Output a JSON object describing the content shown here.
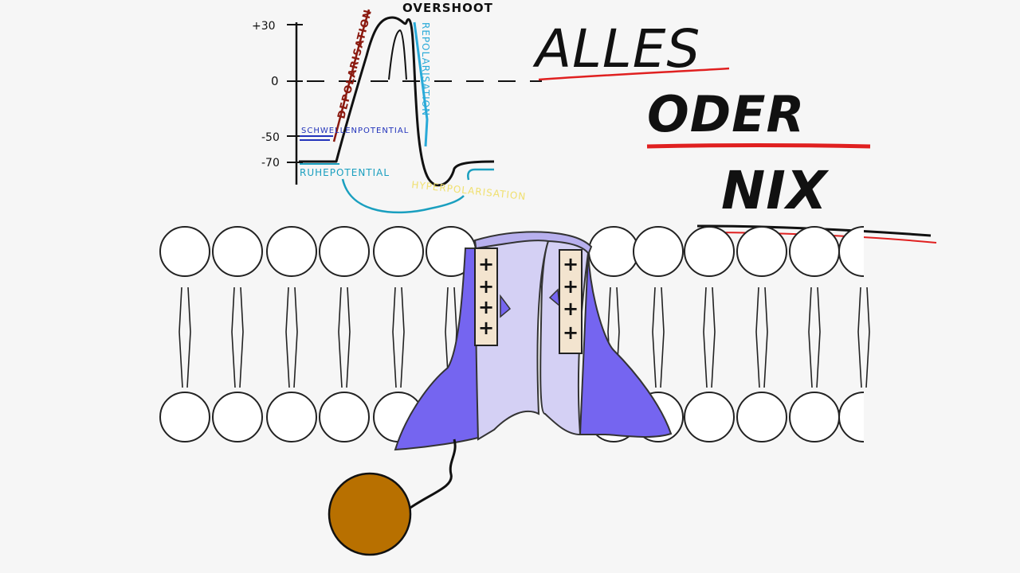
{
  "graph": {
    "ticks": [
      "+30",
      "0",
      "-50",
      "-70"
    ],
    "labels": {
      "overshoot": "OVERSHOOT",
      "depolarisation": "DEPOLARISATION",
      "repolarisation": "REPOLARISATION",
      "schwellenpotential": "SCHWELLENPOTENTIAL",
      "ruhepotential": "RUHEPOTENTIAL",
      "hyperpolarisation": "HYPERPOLARISATION"
    }
  },
  "title": {
    "line1": "ALLES",
    "line2": "ODER",
    "line3": "NIX"
  },
  "channel": {
    "left_sensor_signs": [
      "+",
      "+",
      "+",
      "+"
    ],
    "right_sensor_signs": [
      "+",
      "+",
      "+",
      "+"
    ]
  },
  "colors": {
    "background": "#f6f6f6",
    "channel_dark": "#7565f0",
    "channel_light": "#d4d0f4",
    "channel_mid": "#b8b0ee",
    "sensor": "#f3e4cf",
    "ball": "#b87000",
    "underline_red": "#e02020",
    "depolarisation": "#8b1a10",
    "repolarisation": "#2aaad8",
    "schwelle": "#2233bb",
    "ruhe": "#1a9fbf",
    "hyper": "#f0e070"
  }
}
